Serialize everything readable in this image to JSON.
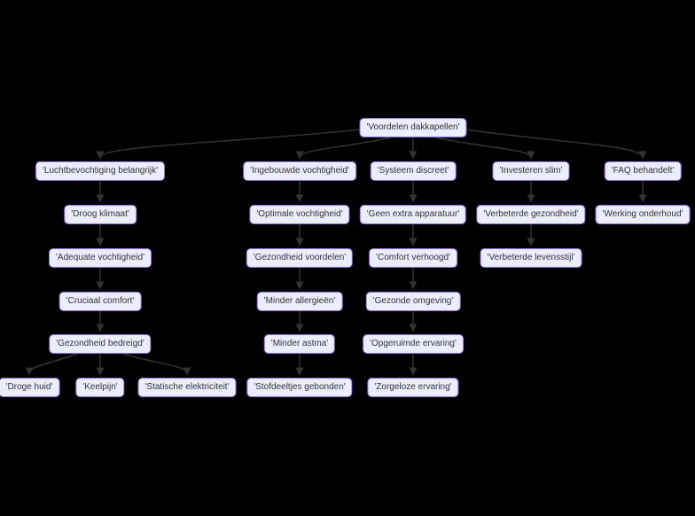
{
  "diagram": {
    "type": "flowchart",
    "direction": "top-down",
    "root_id": "root",
    "nodes": [
      {
        "id": "root",
        "label": "'Voordelen dakkapellen'"
      },
      {
        "id": "a1",
        "label": "'Luchtbevochtiging belangrijk'"
      },
      {
        "id": "a2",
        "label": "'Droog klimaat'"
      },
      {
        "id": "a3",
        "label": "'Adequate vochtigheid'"
      },
      {
        "id": "a4",
        "label": "'Cruciaal comfort'"
      },
      {
        "id": "a5",
        "label": "'Gezondheid bedreigd'"
      },
      {
        "id": "a6",
        "label": "'Droge huid'"
      },
      {
        "id": "a7",
        "label": "'Keelpijn'"
      },
      {
        "id": "a8",
        "label": "'Statische elektriciteit'"
      },
      {
        "id": "b1",
        "label": "'Ingebouwde vochtigheid'"
      },
      {
        "id": "b2",
        "label": "'Optimale vochtigheid'"
      },
      {
        "id": "b3",
        "label": "'Gezondheid voordelen'"
      },
      {
        "id": "b4",
        "label": "'Minder allergieën'"
      },
      {
        "id": "b5",
        "label": "'Minder astma'"
      },
      {
        "id": "b6",
        "label": "'Stofdeeltjes gebonden'"
      },
      {
        "id": "c1",
        "label": "'Systeem discreet'"
      },
      {
        "id": "c2",
        "label": "'Geen extra apparatuur'"
      },
      {
        "id": "c3",
        "label": "'Comfort verhoogd'"
      },
      {
        "id": "c4",
        "label": "'Gezonde omgeving'"
      },
      {
        "id": "c5",
        "label": "'Opgeruimde ervaring'"
      },
      {
        "id": "c6",
        "label": "'Zorgeloze ervaring'"
      },
      {
        "id": "d1",
        "label": "'Investeren slim'"
      },
      {
        "id": "d2",
        "label": "'Verbeterde gezondheid'"
      },
      {
        "id": "d3",
        "label": "'Verbeterde levensstijl'"
      },
      {
        "id": "e1",
        "label": "'FAQ behandelt'"
      },
      {
        "id": "e2",
        "label": "'Werking onderhoud'"
      }
    ],
    "edges": [
      {
        "from": "root",
        "to": "a1"
      },
      {
        "from": "root",
        "to": "b1"
      },
      {
        "from": "root",
        "to": "c1"
      },
      {
        "from": "root",
        "to": "d1"
      },
      {
        "from": "root",
        "to": "e1"
      },
      {
        "from": "a1",
        "to": "a2"
      },
      {
        "from": "a2",
        "to": "a3"
      },
      {
        "from": "a3",
        "to": "a4"
      },
      {
        "from": "a4",
        "to": "a5"
      },
      {
        "from": "a5",
        "to": "a6"
      },
      {
        "from": "a5",
        "to": "a7"
      },
      {
        "from": "a5",
        "to": "a8"
      },
      {
        "from": "b1",
        "to": "b2"
      },
      {
        "from": "b2",
        "to": "b3"
      },
      {
        "from": "b3",
        "to": "b4"
      },
      {
        "from": "b4",
        "to": "b5"
      },
      {
        "from": "b5",
        "to": "b6"
      },
      {
        "from": "c1",
        "to": "c2"
      },
      {
        "from": "c2",
        "to": "c3"
      },
      {
        "from": "c3",
        "to": "c4"
      },
      {
        "from": "c4",
        "to": "c5"
      },
      {
        "from": "c5",
        "to": "c6"
      },
      {
        "from": "d1",
        "to": "d2"
      },
      {
        "from": "d2",
        "to": "d3"
      },
      {
        "from": "e1",
        "to": "e2"
      }
    ]
  },
  "colors": {
    "background": "#000000",
    "node_fill": "#ECECFF",
    "node_border": "#9370DB",
    "node_text": "#333333",
    "edge": "#333333"
  }
}
